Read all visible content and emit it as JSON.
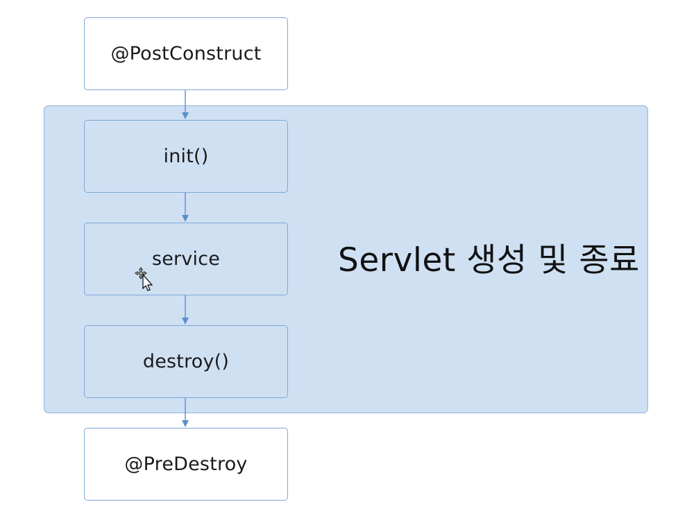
{
  "diagram": {
    "container_label": "Servlet 생성 및 종료",
    "steps": [
      {
        "label": "@PostConstruct",
        "style": "outer"
      },
      {
        "label": "init()",
        "style": "inner"
      },
      {
        "label": "service",
        "style": "inner"
      },
      {
        "label": "destroy()",
        "style": "inner"
      },
      {
        "label": "@PreDestroy",
        "style": "outer"
      }
    ]
  },
  "colors": {
    "container_fill": "#cfe0f3",
    "border": "#7ea6d6",
    "arrow": "#5b8fcc"
  }
}
